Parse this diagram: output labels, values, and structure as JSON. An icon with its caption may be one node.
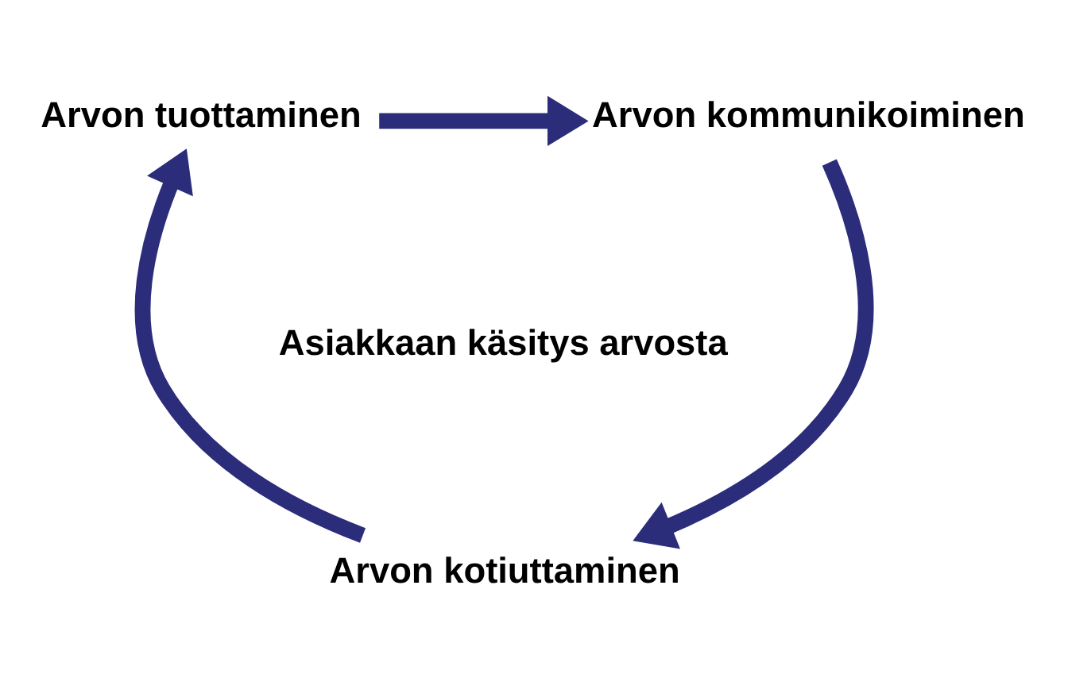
{
  "diagram": {
    "nodes": [
      {
        "text": [
          "Asiakkaan käsitys arvosta"
        ]
      },
      {
        "text": [
          "Arvon tuottaminen"
        ]
      },
      {
        "text": [
          "Arvon kommunikoiminen"
        ]
      },
      {
        "text": [
          "Arvon kotiuttaminen"
        ]
      }
    ],
    "edges": [
      {
        "from": 1,
        "to": 2,
        "arrow": "to"
      },
      {
        "from": 2,
        "to": 3,
        "arrow": "to"
      },
      {
        "from": 3,
        "to": 1,
        "arrow": "to"
      }
    ]
  }
}
